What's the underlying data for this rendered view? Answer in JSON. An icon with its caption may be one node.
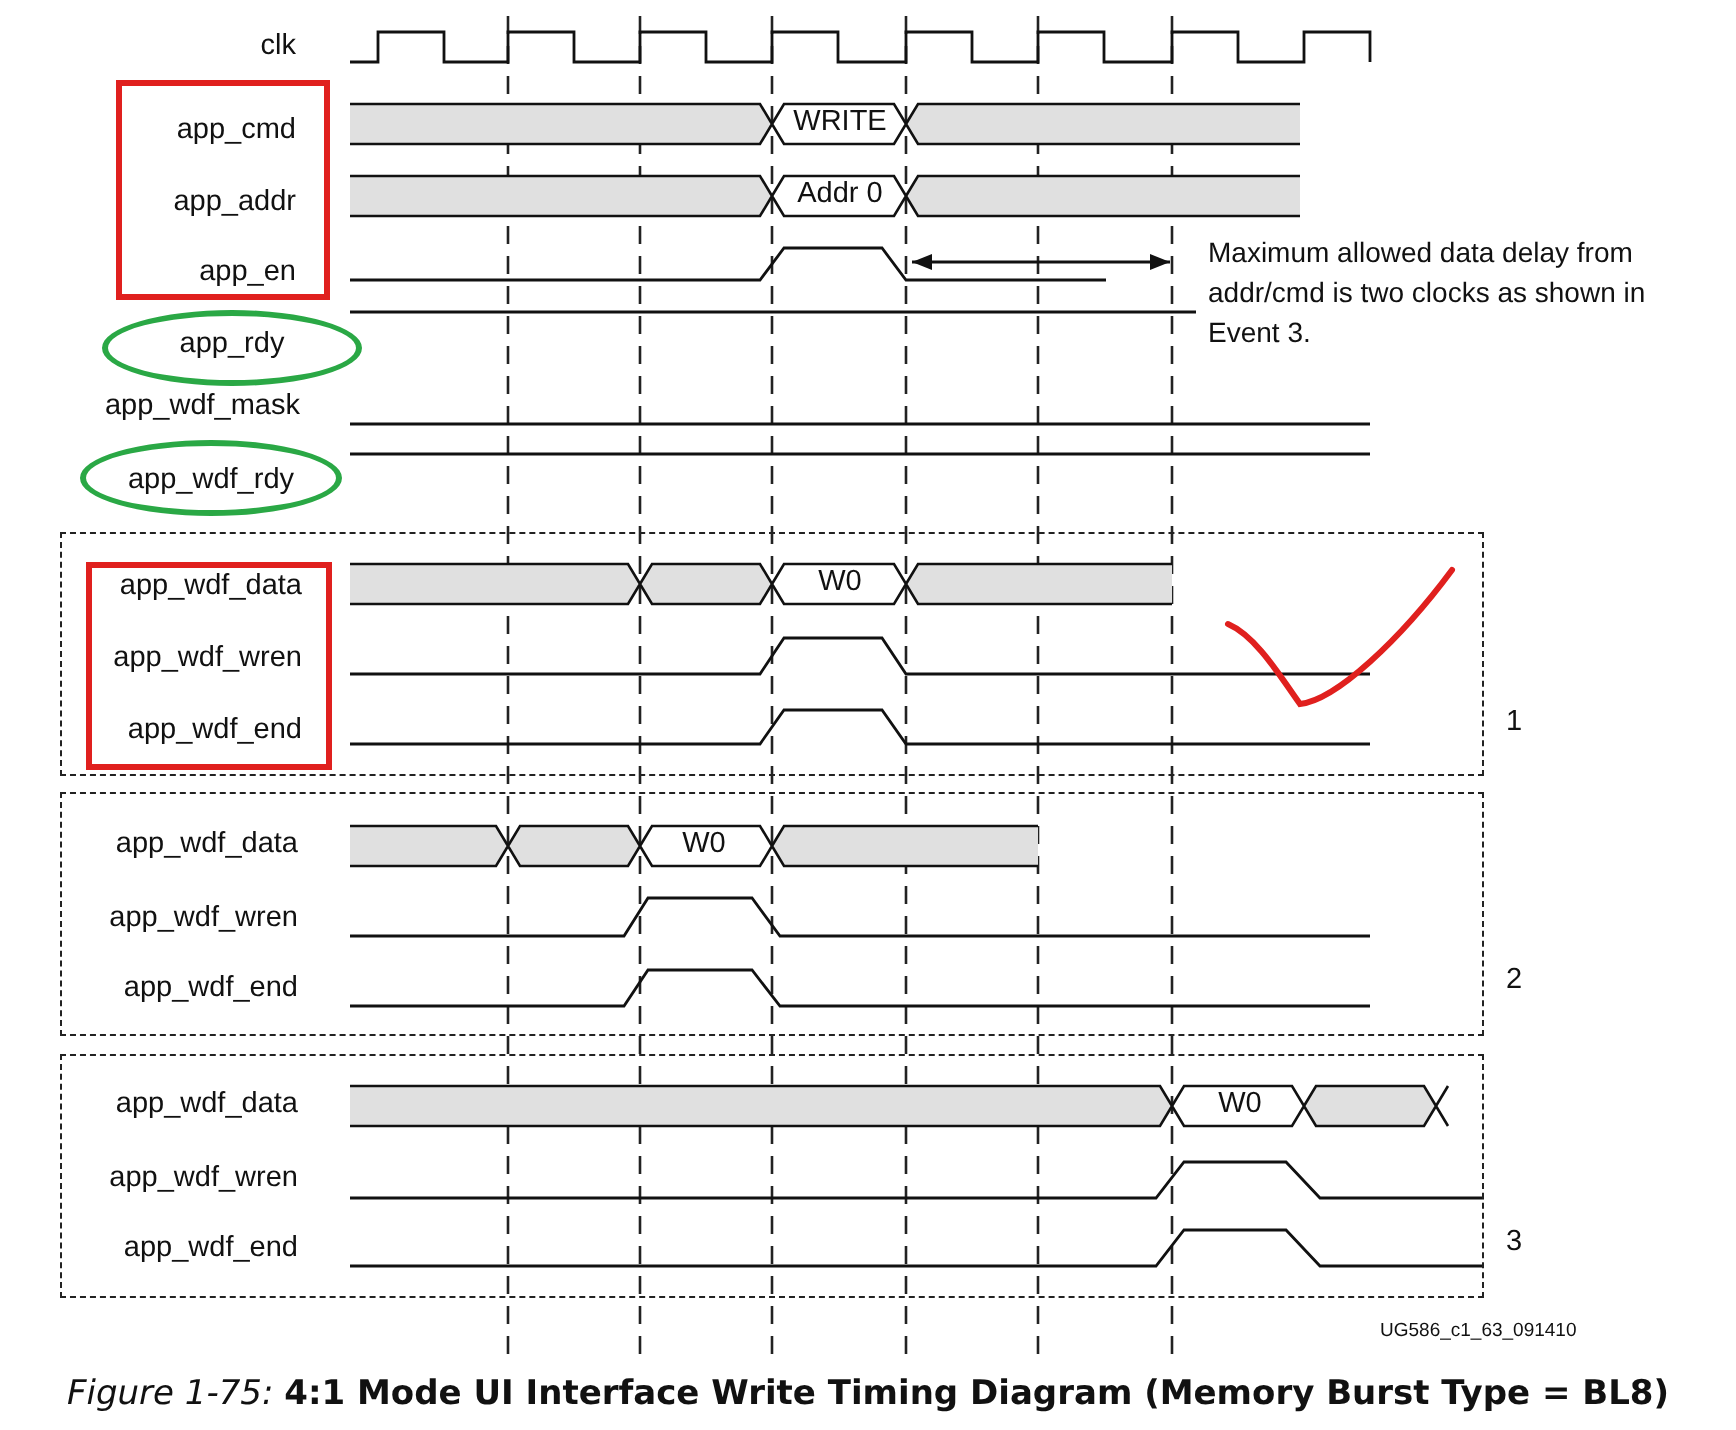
{
  "diagram": {
    "caption": "*Figure 1-75:* **4:1 Mode UI Interface Write Timing Diagram (Memory Burst Type = BL8)**",
    "nodes": [
      {
        "text": [
          "app_cmd",
          "app_addr",
          "app_en"
        ]
      },
      {
        "text": [
          "app_rdy"
        ]
      },
      {
        "text": [
          "app_wdf_rdy"
        ]
      },
      {
        "text": [
          "1"
        ]
      },
      {
        "text": [
          "app_wdf_data",
          "app_wdf_wren",
          "app_wdf_end"
        ],
        "in": 3
      },
      {
        "text": [
          "app_wdf_data",
          "app_wdf_wren",
          "app_wdf_end",
          "2"
        ]
      },
      {
        "text": [
          "app_wdf_data",
          "app_wdf_wren",
          "app_wdf_end",
          "3"
        ]
      }
    ],
    "labels": [
      "clk",
      "WRITE",
      "Addr 0",
      "Maximum allowed data delay from addr/cmd is two clocks as shown in Event 3.",
      "app_wdf_mask",
      "W0",
      "W0",
      "W0",
      "UG586_c1_63_091410"
    ]
  }
}
